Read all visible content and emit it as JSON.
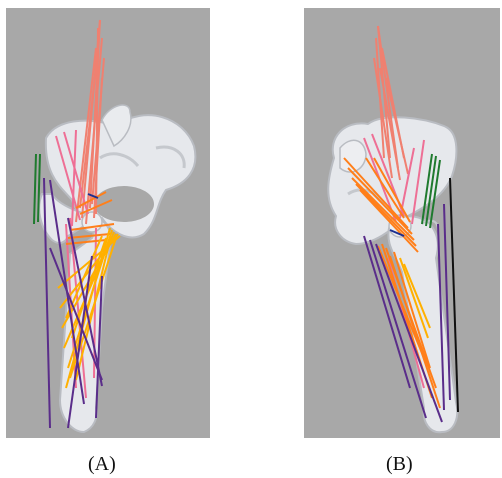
{
  "panels": [
    {
      "id": "A",
      "caption": "(A)"
    },
    {
      "id": "B",
      "caption": "(B)"
    }
  ],
  "colors": {
    "background": "#a8a8a8",
    "bone": "#e6e8ec",
    "bone_shadow": "#b9bcc2",
    "muscle_salmon": "#f08070",
    "muscle_pink": "#ee6f95",
    "muscle_orange": "#ff7f1a",
    "muscle_gold": "#ffb000",
    "muscle_purple": "#5a2d8a",
    "muscle_green": "#1f7a2e",
    "muscle_black": "#111111",
    "muscle_blue": "#1c2f8f"
  },
  "icons": [
    "pelvis-femur-3d-render"
  ]
}
